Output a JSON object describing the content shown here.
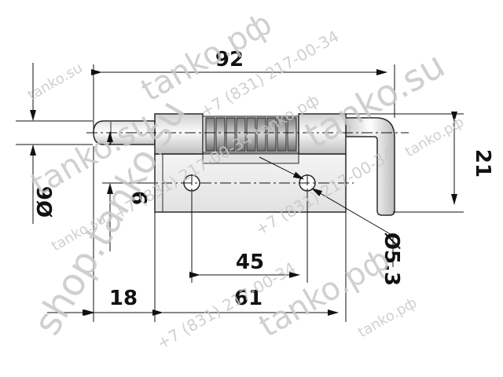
{
  "colors": {
    "line": "#111111",
    "part_stroke": "#2a2a2a",
    "part_fill_light": "#f2f2f2",
    "part_fill_mid": "#d6d6d6",
    "part_fill_dark": "#9a9a9a",
    "watermark": "#c8c8c8",
    "background": "#ffffff"
  },
  "dimensions": {
    "overall_length": "92",
    "height": "21",
    "pin_diameter": "Ø6",
    "pin_axis_offset": "6",
    "hole_diameter": "Ø5.3",
    "hole_spacing": "45",
    "pin_length": "18",
    "plate_length": "61"
  },
  "watermarks": {
    "wm1": "tanko.su",
    "wm2": "tanko.рф",
    "wm3": "+7 (831) 217-00-34",
    "wm4": "tanko.su",
    "wm5": "shop.tanko.su",
    "wm6": "+7 (831) 217-00-34 tanko.рф",
    "wm7": "tanko.su",
    "wm8": "tanko.su",
    "wm9": "tanko.рф",
    "wm10": "+7 (831) 217-00-34",
    "wm11": "tanko.рф",
    "wm12": "tanko.рф",
    "wm13": "+7 (831) 217-00-34"
  }
}
